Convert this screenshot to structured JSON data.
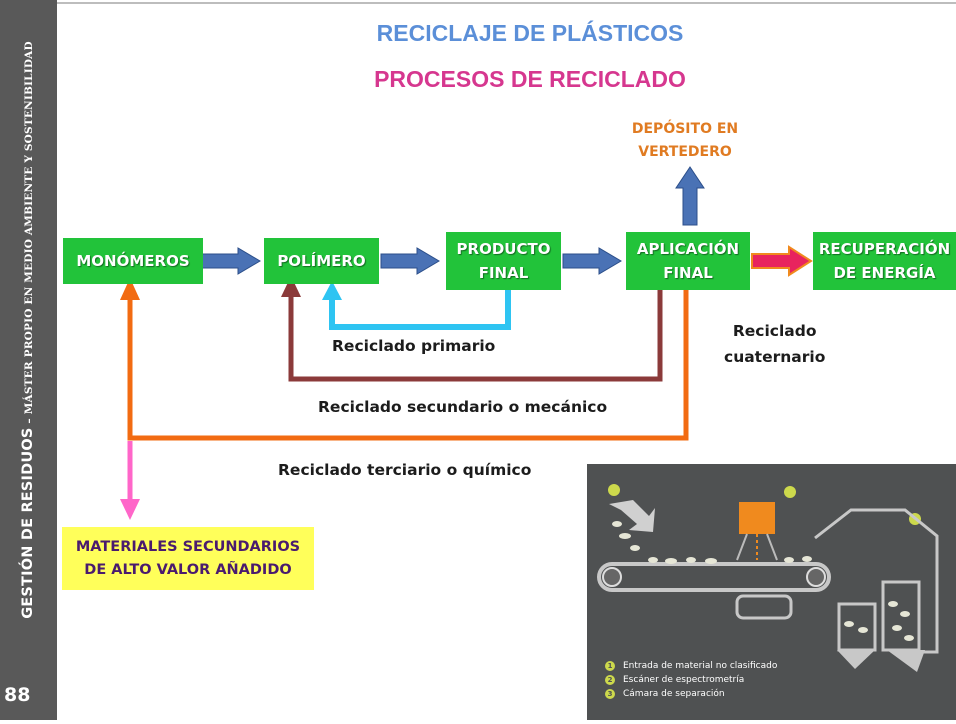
{
  "sidebar": {
    "text_main": "GESTIÓN DE RESIDUOS",
    "text_sub": " – MÁSTER PROPIO EN MEDIO AMBIENTE Y SOSTENIBILIDAD",
    "page_number": "88"
  },
  "header": {
    "title": "RECICLAJE DE PLÁSTICOS",
    "subtitle": "PROCESOS DE RECICLADO"
  },
  "nodes": {
    "monomeros": "MONÓMEROS",
    "polimero": "POLÍMERO",
    "producto_final_1": "PRODUCTO",
    "producto_final_2": "FINAL",
    "aplicacion_final_1": "APLICACIÓN",
    "aplicacion_final_2": "FINAL",
    "recuperacion_1": "RECUPERACIÓN",
    "recuperacion_2": "DE ENERGÍA",
    "deposito_1": "DEPÓSITO EN",
    "deposito_2": "VERTEDERO",
    "materiales_1": "MATERIALES SECUNDARIOS",
    "materiales_2": "DE ALTO VALOR AÑADIDO"
  },
  "loop_labels": {
    "primario": "Reciclado primario",
    "secundario": "Reciclado secundario o mecánico",
    "terciario": "Reciclado terciario o químico",
    "cuaternario_1": "Reciclado",
    "cuaternario_2": "cuaternario"
  },
  "colors": {
    "node_green": "#22c33a",
    "flow_blue": "#4a72b5",
    "primario": "#2ec4f2",
    "secundario": "#8b3a3a",
    "terciario": "#f26b12",
    "energia": "#e8245e",
    "materiales": "#ff66c9"
  },
  "inset": {
    "legend": [
      {
        "num": "1",
        "text": "Entrada de material no clasificado"
      },
      {
        "num": "2",
        "text": "Escáner de espectrometría"
      },
      {
        "num": "3",
        "text": "Cámara de separación"
      }
    ]
  }
}
